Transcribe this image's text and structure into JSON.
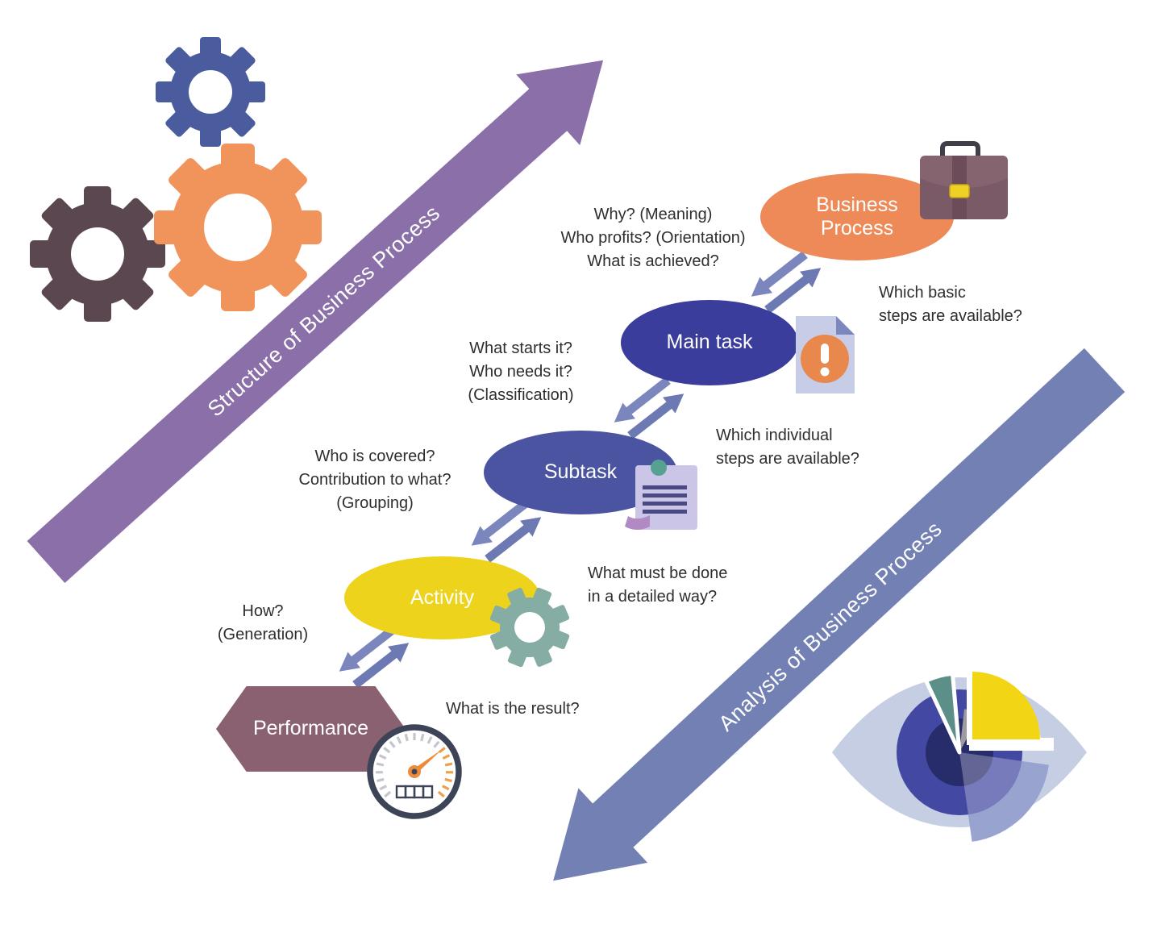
{
  "diagram": {
    "title_arrows": {
      "structure": "Structure of Business Process",
      "analysis": "Analysis of Business Process"
    },
    "nodes": [
      {
        "label": "Business\nProcess",
        "color": "#EE8A57",
        "shape": "ellipse"
      },
      {
        "label": "Main task",
        "color": "#3B3D9C",
        "shape": "ellipse"
      },
      {
        "label": "Subtask",
        "color": "#4A54A0",
        "shape": "ellipse"
      },
      {
        "label": "Activity",
        "color": "#EED31C",
        "shape": "ellipse"
      },
      {
        "label": "Performance",
        "color": "#8A6170",
        "shape": "hexagon"
      }
    ],
    "questions": {
      "business": "Why? (Meaning)\nWho profits? (Orientation)\nWhat is achieved?",
      "basic_steps": "Which basic\nsteps are available?",
      "main_task": "What starts it?\nWho needs it?\n(Classification)",
      "individual_steps": "Which individual\nsteps are available?",
      "subtask": "Who is covered?\nContribution to what?\n(Grouping)",
      "activity": "What must be done\nin a detailed way?",
      "how": "How?\n(Generation)",
      "result": "What is the result?"
    },
    "colors": {
      "structure_arrow": "#8A6FA8",
      "analysis_arrow": "#7380B3",
      "exchange_arrow_light": "#7A86BC",
      "exchange_arrow_dark": "#6C79B2",
      "gear_blue": "#4A5C9E",
      "gear_orange": "#F0945C",
      "gear_dark": "#5A474F",
      "gear_teal": "#85ADA4",
      "text": "#2E2E2E"
    },
    "icons": [
      "gears-cluster-icon",
      "briefcase-icon",
      "exclamation-document-icon",
      "notepad-icon",
      "gear-icon",
      "speedometer-icon",
      "eye-pie-chart-icon",
      "swap-arrows-icon"
    ]
  }
}
